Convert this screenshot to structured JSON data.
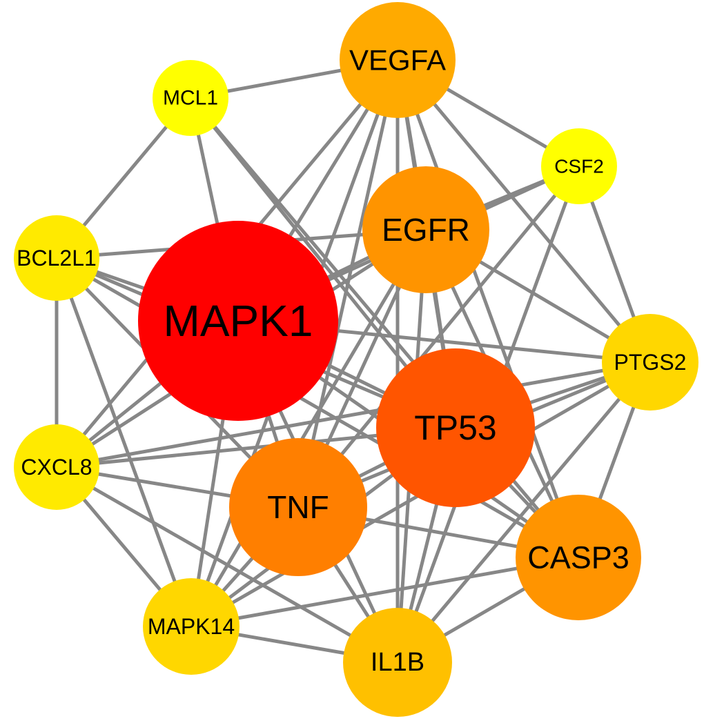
{
  "title": "Protein-protein interaction network",
  "edge_color": "#878787",
  "nodes": [
    {
      "id": "MAPK1",
      "label": "MAPK1",
      "color": "#FF0000",
      "degree": 14
    },
    {
      "id": "TP53",
      "label": "TP53",
      "color": "#FF5500",
      "degree": 13
    },
    {
      "id": "TNF",
      "label": "TNF",
      "color": "#FF7F00",
      "degree": 12
    },
    {
      "id": "EGFR",
      "label": "EGFR",
      "color": "#FF9400",
      "degree": 11
    },
    {
      "id": "CASP3",
      "label": "CASP3",
      "color": "#FF9400",
      "degree": 11
    },
    {
      "id": "VEGFA",
      "label": "VEGFA",
      "color": "#FFAA00",
      "degree": 10
    },
    {
      "id": "IL1B",
      "label": "IL1B",
      "color": "#FFC000",
      "degree": 9
    },
    {
      "id": "MAPK14",
      "label": "MAPK14",
      "color": "#FFD700",
      "degree": 8
    },
    {
      "id": "PTGS2",
      "label": "PTGS2",
      "color": "#FFD700",
      "degree": 8
    },
    {
      "id": "CXCL8",
      "label": "CXCL8",
      "color": "#FFEA00",
      "degree": 7
    },
    {
      "id": "BCL2L1",
      "label": "BCL2L1",
      "color": "#FFEA00",
      "degree": 7
    },
    {
      "id": "MCL1",
      "label": "MCL1",
      "color": "#FFFF00",
      "degree": 5
    },
    {
      "id": "CSF2",
      "label": "CSF2",
      "color": "#FFFF00",
      "degree": 5
    }
  ],
  "edges": [
    [
      "MCL1",
      "VEGFA"
    ],
    [
      "MCL1",
      "BCL2L1"
    ],
    [
      "MCL1",
      "MAPK1"
    ],
    [
      "MCL1",
      "TP53"
    ],
    [
      "MCL1",
      "CASP3"
    ],
    [
      "VEGFA",
      "CSF2"
    ],
    [
      "VEGFA",
      "EGFR"
    ],
    [
      "VEGFA",
      "MAPK1"
    ],
    [
      "VEGFA",
      "TP53"
    ],
    [
      "VEGFA",
      "TNF"
    ],
    [
      "VEGFA",
      "PTGS2"
    ],
    [
      "VEGFA",
      "CASP3"
    ],
    [
      "VEGFA",
      "IL1B"
    ],
    [
      "VEGFA",
      "MAPK14"
    ],
    [
      "VEGFA",
      "CXCL8"
    ],
    [
      "CSF2",
      "EGFR"
    ],
    [
      "CSF2",
      "MAPK1"
    ],
    [
      "CSF2",
      "TNF"
    ],
    [
      "CSF2",
      "IL1B"
    ],
    [
      "CSF2",
      "PTGS2"
    ],
    [
      "BCL2L1",
      "MAPK1"
    ],
    [
      "BCL2L1",
      "CXCL8"
    ],
    [
      "BCL2L1",
      "EGFR"
    ],
    [
      "BCL2L1",
      "TP53"
    ],
    [
      "BCL2L1",
      "TNF"
    ],
    [
      "BCL2L1",
      "MAPK14"
    ],
    [
      "BCL2L1",
      "CASP3"
    ],
    [
      "EGFR",
      "MAPK1"
    ],
    [
      "EGFR",
      "TP53"
    ],
    [
      "EGFR",
      "TNF"
    ],
    [
      "EGFR",
      "PTGS2"
    ],
    [
      "EGFR",
      "CASP3"
    ],
    [
      "EGFR",
      "IL1B"
    ],
    [
      "EGFR",
      "MAPK14"
    ],
    [
      "EGFR",
      "CXCL8"
    ],
    [
      "MAPK1",
      "TP53"
    ],
    [
      "MAPK1",
      "TNF"
    ],
    [
      "MAPK1",
      "PTGS2"
    ],
    [
      "MAPK1",
      "CASP3"
    ],
    [
      "MAPK1",
      "IL1B"
    ],
    [
      "MAPK1",
      "MAPK14"
    ],
    [
      "MAPK1",
      "CXCL8"
    ],
    [
      "PTGS2",
      "TP53"
    ],
    [
      "PTGS2",
      "TNF"
    ],
    [
      "PTGS2",
      "CASP3"
    ],
    [
      "PTGS2",
      "CXCL8"
    ],
    [
      "PTGS2",
      "MAPK14"
    ],
    [
      "PTGS2",
      "IL1B"
    ],
    [
      "TP53",
      "TNF"
    ],
    [
      "TP53",
      "CASP3"
    ],
    [
      "TP53",
      "IL1B"
    ],
    [
      "TP53",
      "MAPK14"
    ],
    [
      "TP53",
      "CXCL8"
    ],
    [
      "CXCL8",
      "TNF"
    ],
    [
      "CXCL8",
      "MAPK14"
    ],
    [
      "CXCL8",
      "IL1B"
    ],
    [
      "TNF",
      "CASP3"
    ],
    [
      "TNF",
      "IL1B"
    ],
    [
      "TNF",
      "MAPK14"
    ],
    [
      "CASP3",
      "IL1B"
    ],
    [
      "CASP3",
      "MAPK14"
    ],
    [
      "MAPK14",
      "IL1B"
    ]
  ]
}
